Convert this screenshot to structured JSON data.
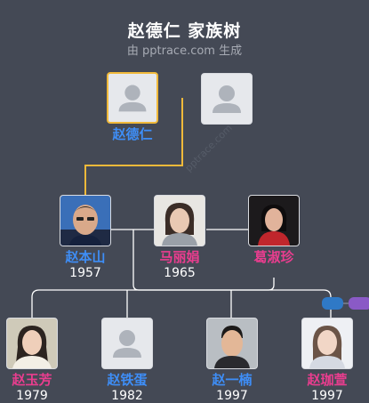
{
  "header": {
    "title": "赵德仁 家族树",
    "subtitle": "由 pptrace.com 生成"
  },
  "watermark": "pptrace.com",
  "colors": {
    "background": "#444955",
    "male": "#3e8ef7",
    "female": "#ea3d8f",
    "line_selected": "#f0b93a",
    "line": "#ffffff",
    "side_tab_blue": "#2f79c6",
    "side_tab_purple": "#8a5ac6"
  },
  "people": {
    "zhaode_ren": {
      "name": "赵德仁",
      "gender": "male",
      "photo": "placeholder",
      "selected": true
    },
    "spouse_unknown": {
      "name": "",
      "photo": "placeholder"
    },
    "zhao_benshan": {
      "name": "赵本山",
      "year": "1957",
      "gender": "male",
      "photo": "portrait"
    },
    "ma_lijuan": {
      "name": "马丽娟",
      "year": "1965",
      "gender": "female",
      "photo": "portrait"
    },
    "ge_shuzhen": {
      "name": "葛淑珍",
      "gender": "female",
      "photo": "portrait"
    },
    "zhao_yufang": {
      "name": "赵玉芳",
      "year": "1979",
      "gender": "female",
      "photo": "portrait"
    },
    "zhao_tiedan": {
      "name": "赵铁蛋",
      "year": "1982",
      "gender": "male",
      "photo": "placeholder"
    },
    "zhao_yinan": {
      "name": "赵一楠",
      "year": "1997",
      "gender": "male",
      "photo": "portrait"
    },
    "zhao_jiaxuan": {
      "name": "赵珈萱",
      "year": "1997",
      "gender": "female",
      "photo": "portrait"
    }
  }
}
